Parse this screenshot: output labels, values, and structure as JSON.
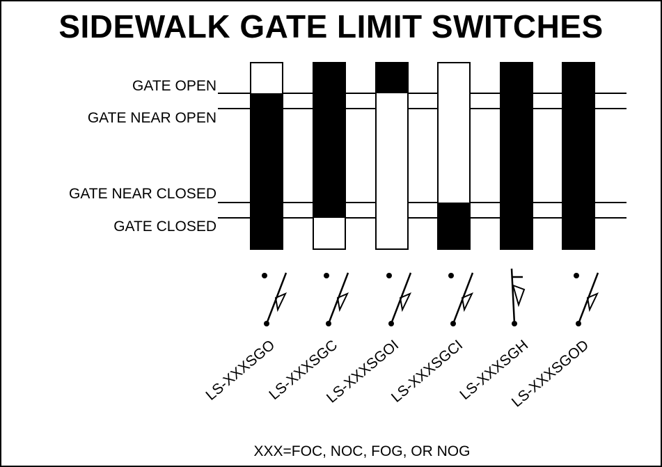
{
  "title": "SIDEWALK GATE LIMIT SWITCHES",
  "positions": [
    {
      "key": "open",
      "label": "GATE OPEN"
    },
    {
      "key": "near_open",
      "label": "GATE NEAR OPEN"
    },
    {
      "key": "near_closed",
      "label": "GATE NEAR CLOSED"
    },
    {
      "key": "closed",
      "label": "GATE CLOSED"
    }
  ],
  "switches": [
    {
      "name": "LS-XXXSGO",
      "segments": [
        "white",
        "black",
        "black",
        "black",
        "black"
      ],
      "contact": "normally-open"
    },
    {
      "name": "LS-XXXSGC",
      "segments": [
        "black",
        "black",
        "black",
        "black",
        "white"
      ],
      "contact": "normally-open"
    },
    {
      "name": "LS-XXXSGOI",
      "segments": [
        "black",
        "white",
        "white",
        "white",
        "white"
      ],
      "contact": "normally-open"
    },
    {
      "name": "LS-XXXSGCI",
      "segments": [
        "white",
        "white",
        "white",
        "black",
        "black"
      ],
      "contact": "normally-open"
    },
    {
      "name": "LS-XXXSGH",
      "segments": [
        "black",
        "black",
        "black",
        "black",
        "black"
      ],
      "contact": "normally-closed"
    },
    {
      "name": "LS-XXXSGOD",
      "segments": [
        "black",
        "black",
        "black",
        "black",
        "black"
      ],
      "contact": "normally-open"
    }
  ],
  "footnote": "XXX=FOC, NOC, FOG, OR NOG",
  "colors": {
    "black": "#000000",
    "white": "#ffffff"
  }
}
